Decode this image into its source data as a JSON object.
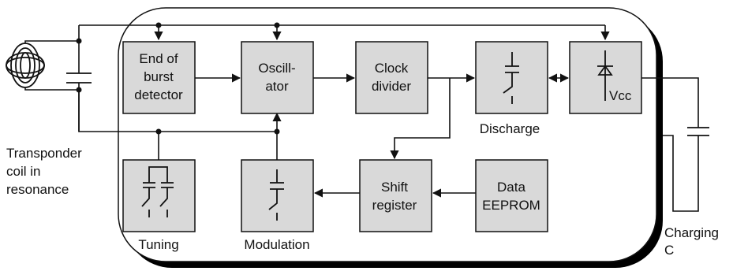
{
  "blocks": {
    "end_of_burst": [
      "End of",
      "burst",
      "detector"
    ],
    "oscillator": [
      "Oscill-",
      "ator"
    ],
    "clock_divider": [
      "Clock",
      "divider"
    ],
    "shift_register": [
      "Shift",
      "register"
    ],
    "data_eeprom": [
      "Data",
      "EEPROM"
    ],
    "vcc_label": "Vcc"
  },
  "labels": {
    "transponder": [
      "Transponder",
      "coil in",
      "resonance"
    ],
    "discharge": "Discharge",
    "tuning": "Tuning",
    "modulation": "Modulation",
    "charging": [
      "Charging",
      "C"
    ]
  },
  "colors": {
    "block_fill": "#d9d9d9",
    "line": "#111111"
  }
}
